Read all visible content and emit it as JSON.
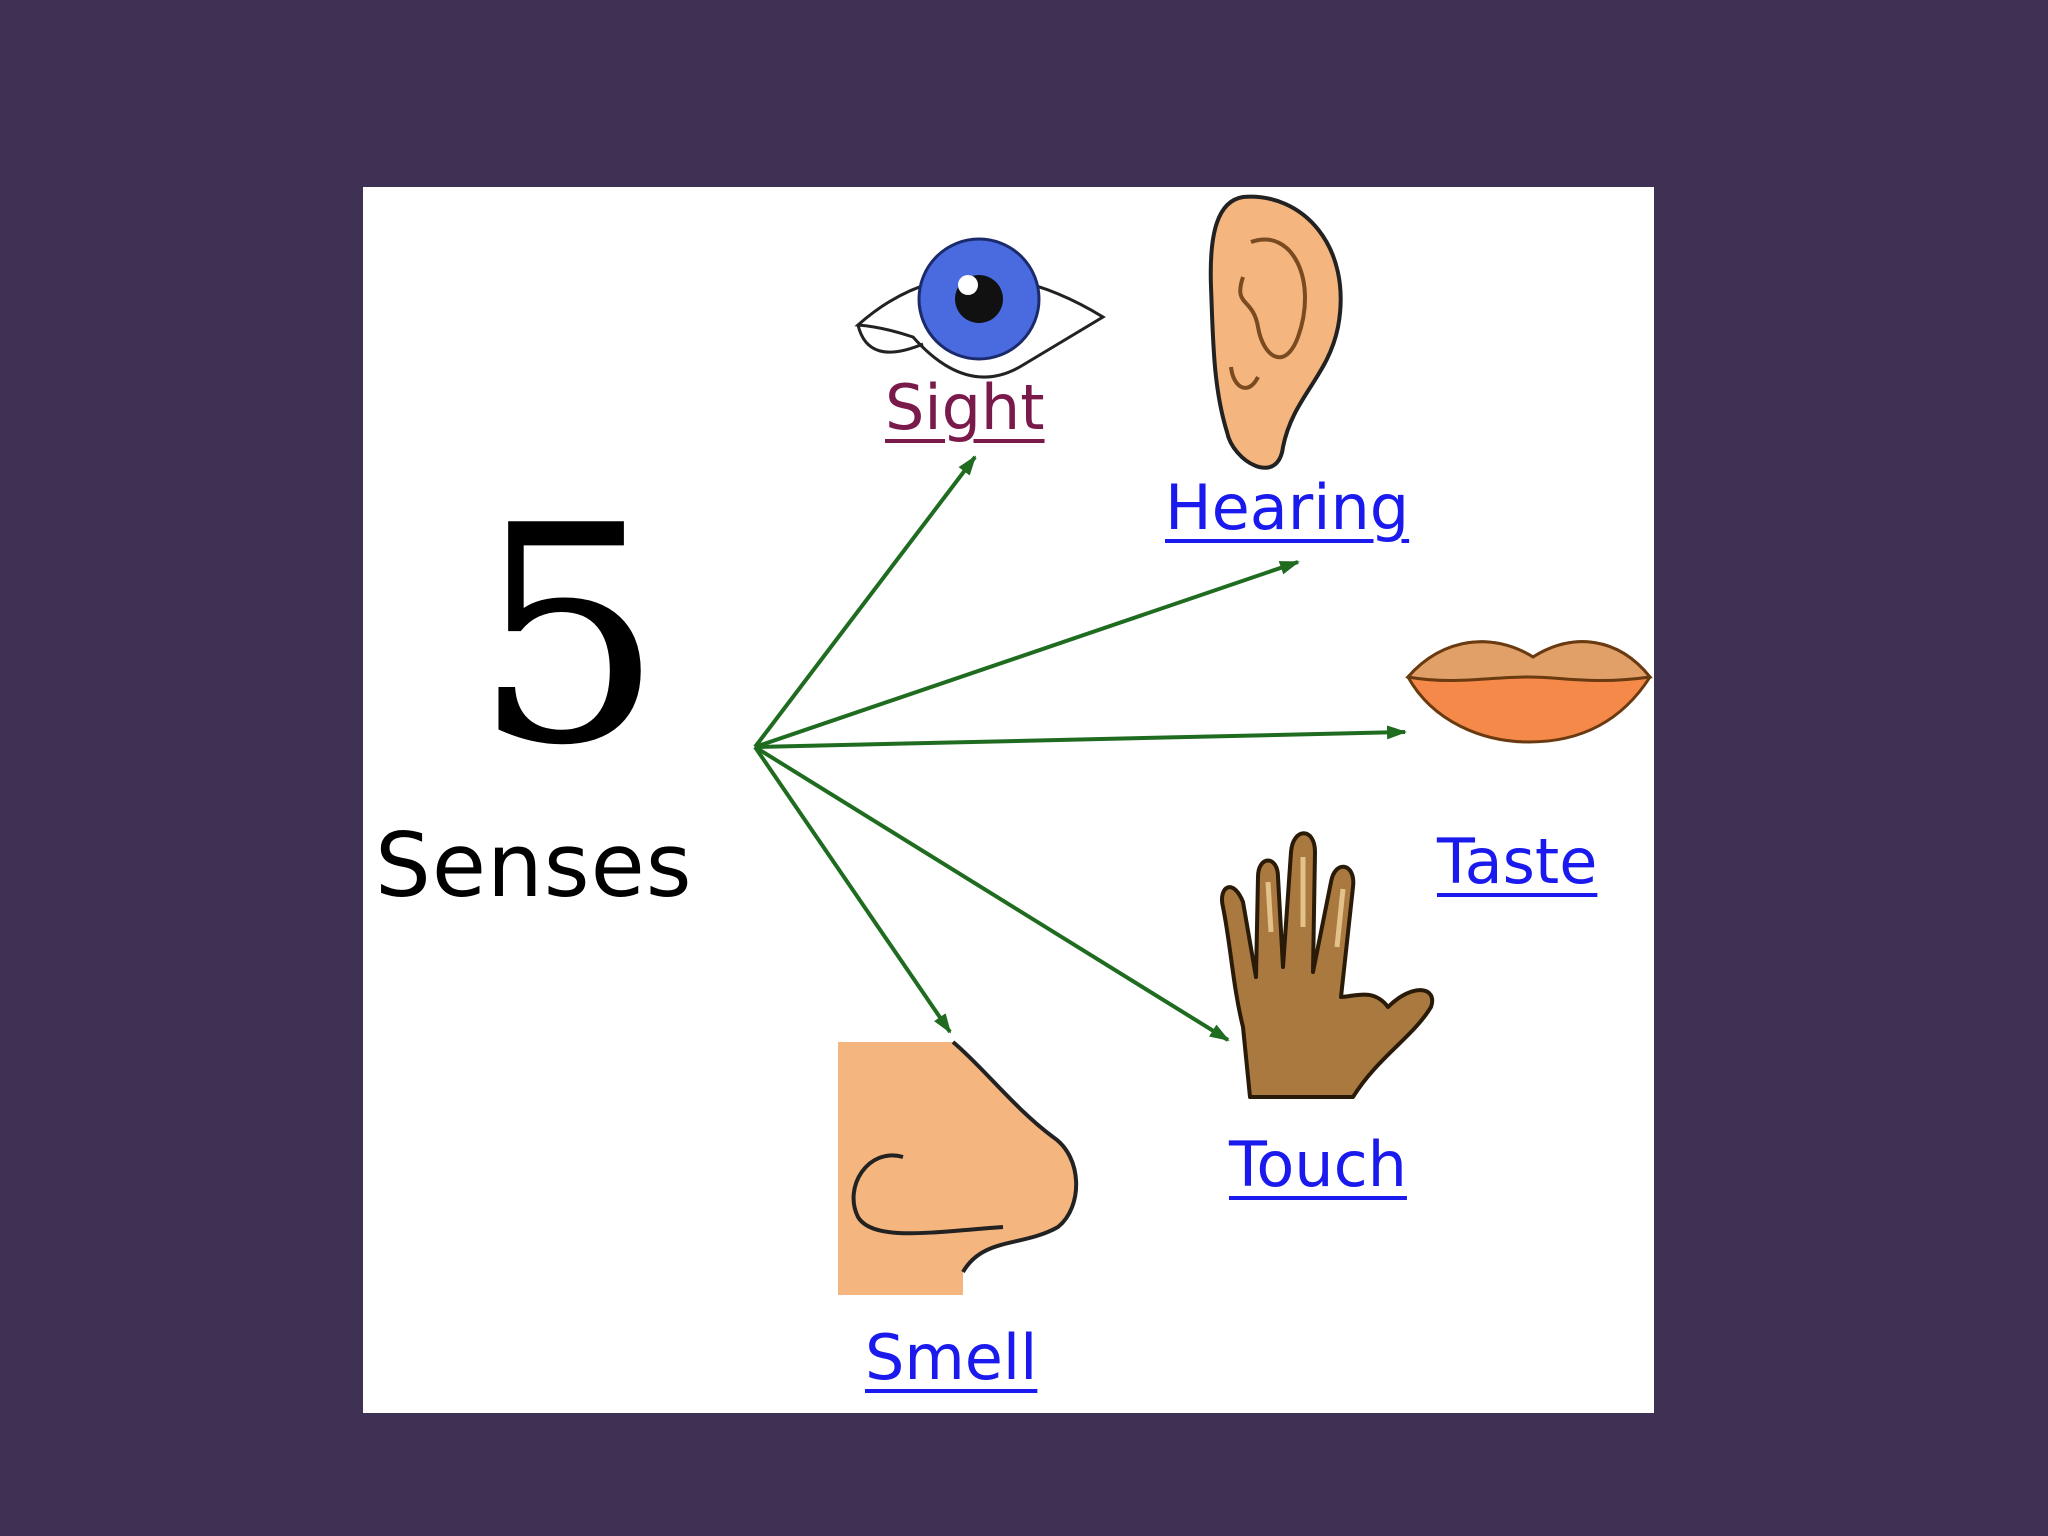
{
  "diagram": {
    "number": "5",
    "heading": "Senses",
    "senses": [
      {
        "id": "sight",
        "label": "Sight",
        "icon": "eye-icon"
      },
      {
        "id": "hearing",
        "label": "Hearing",
        "icon": "ear-icon"
      },
      {
        "id": "taste",
        "label": "Taste",
        "icon": "lips-icon"
      },
      {
        "id": "touch",
        "label": "Touch",
        "icon": "hand-icon"
      },
      {
        "id": "smell",
        "label": "Smell",
        "icon": "nose-icon"
      }
    ]
  },
  "colors": {
    "background": "#3f3154",
    "card": "#ffffff",
    "arrow": "#1f6b1f",
    "link": "#1a1aee",
    "visited_link": "#7a1a4a",
    "skin": "#f4b57e",
    "hand_skin": "#a9793f",
    "lips": "#f5894a",
    "iris": "#4a6be0"
  }
}
